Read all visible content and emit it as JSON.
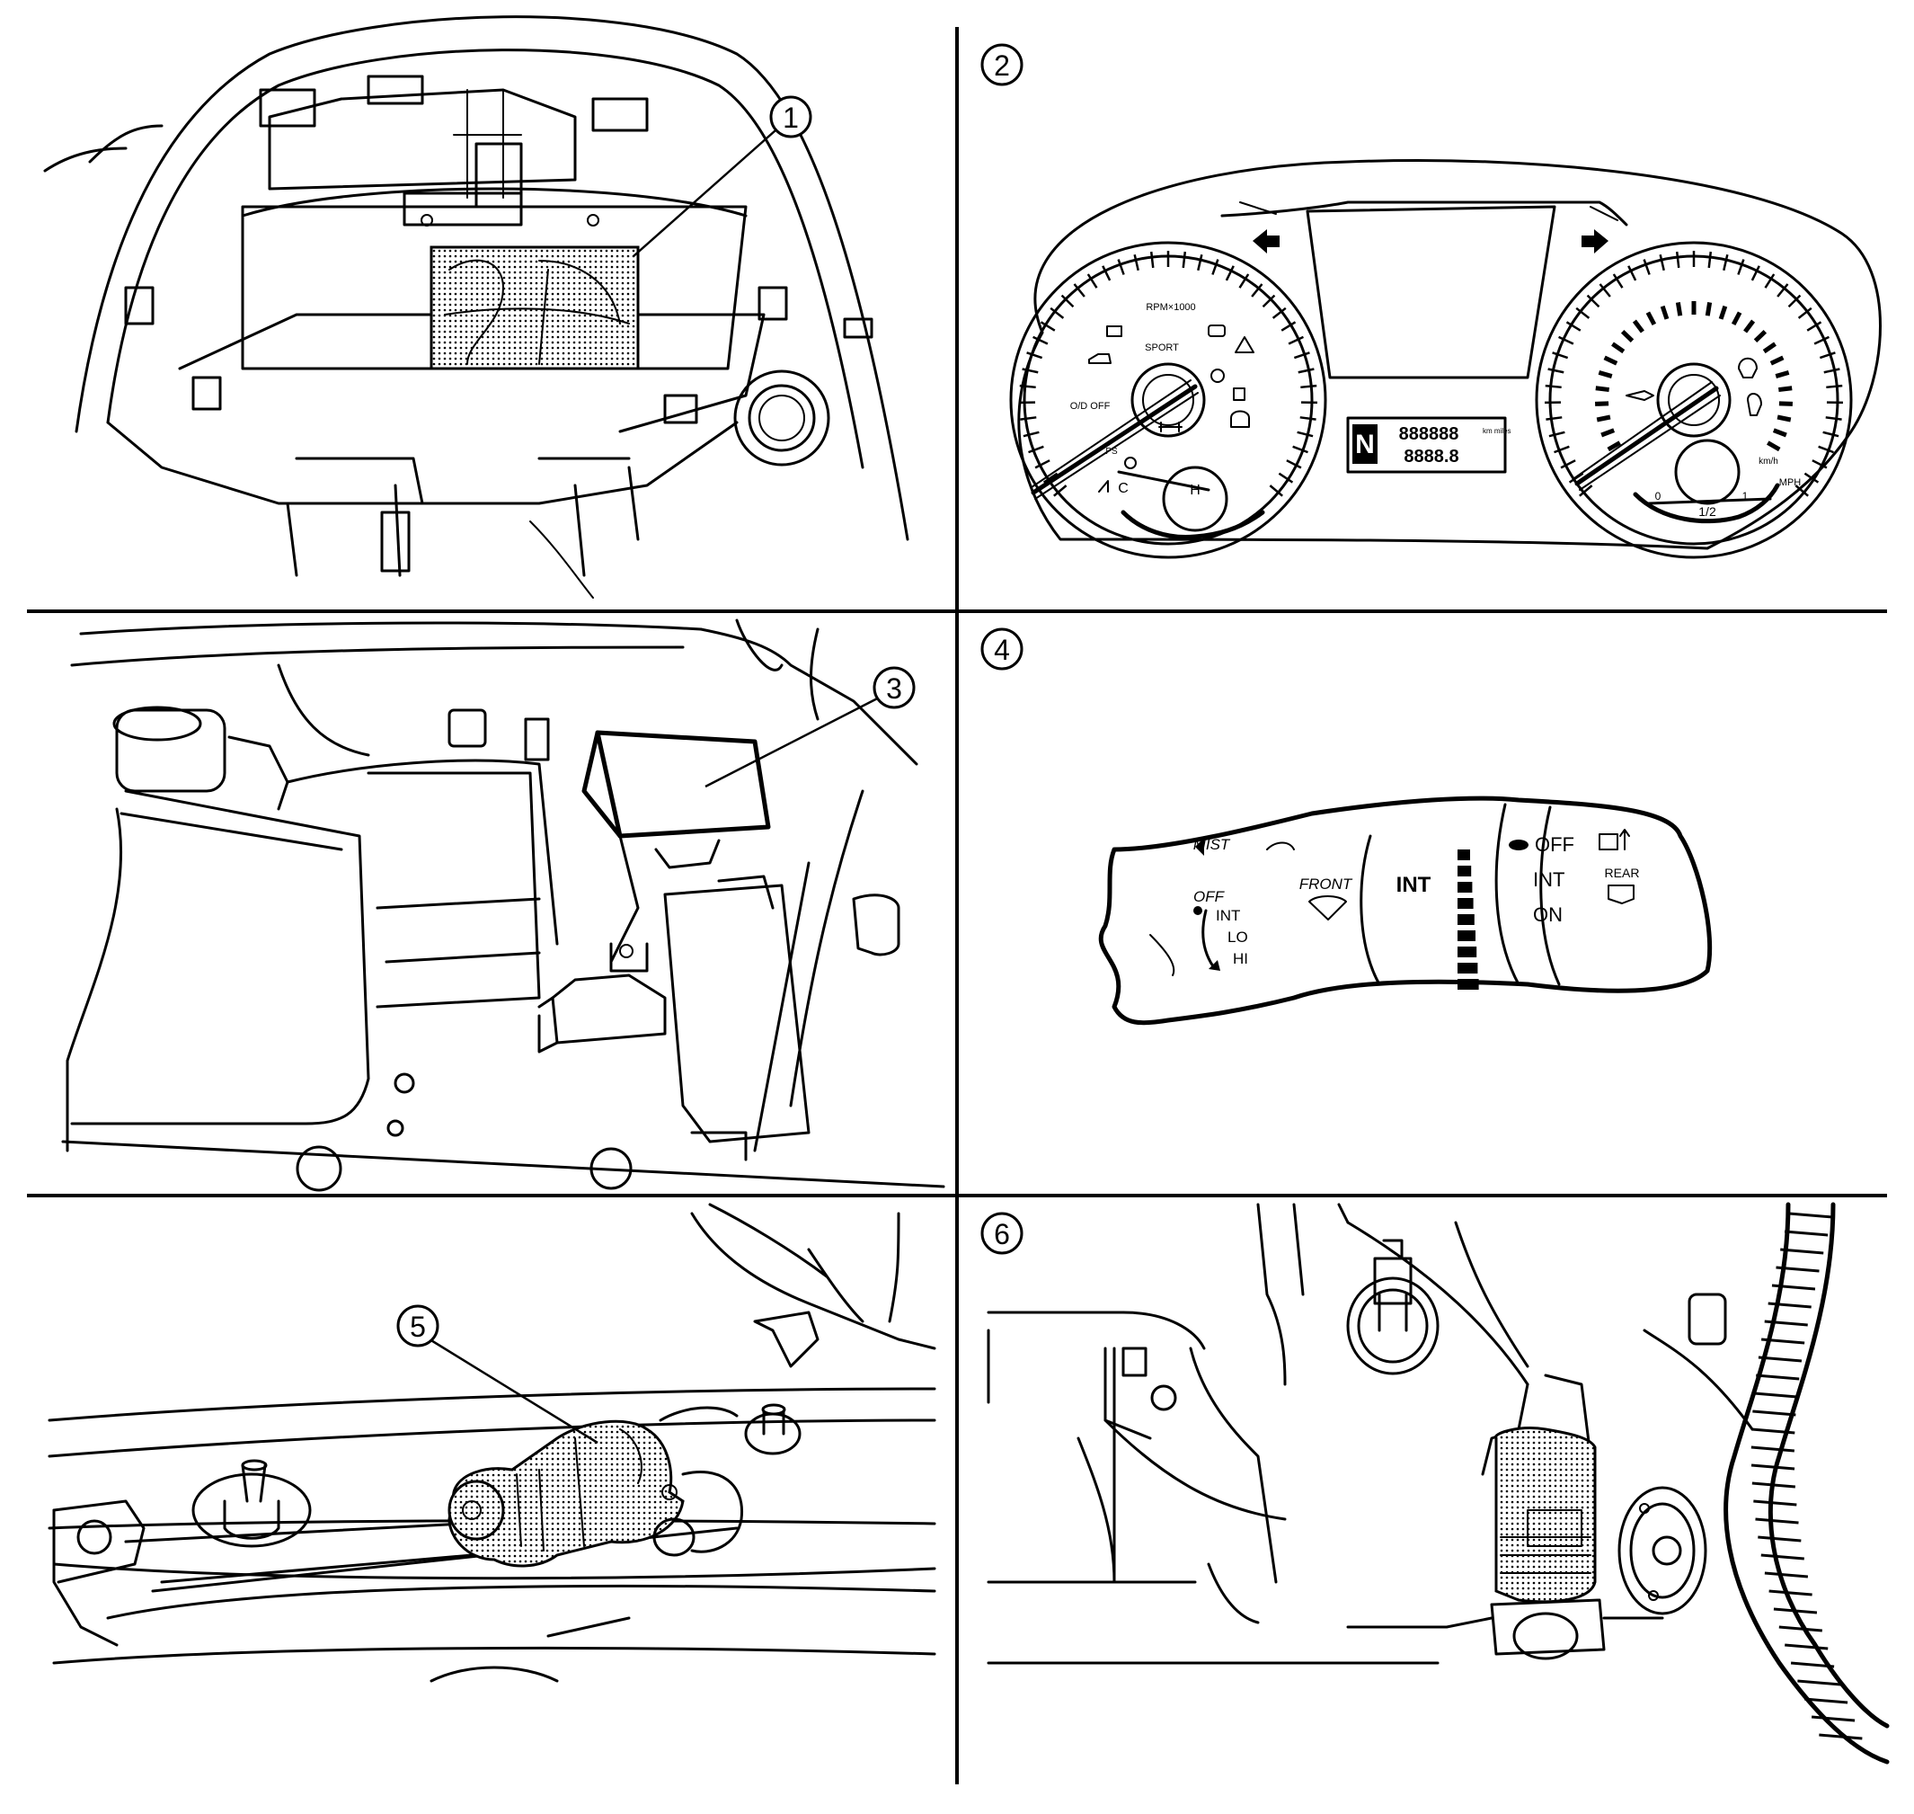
{
  "callouts": [
    "1",
    "2",
    "3",
    "4",
    "5",
    "6"
  ],
  "cluster": {
    "rpm_label": "RPM×1000",
    "sport": "SPORT",
    "od_off": "O/D OFF",
    "ps": "PS",
    "temp_cold": "C",
    "temp_hot": "H",
    "odo_units_top": "km miles",
    "speed_unit_km": "km/h",
    "speed_unit_mph": "MPH",
    "fuel_empty": "0",
    "fuel_half": "1/2",
    "fuel_full": "1",
    "digits_top": "888888",
    "digits_bottom": "8888.8",
    "gear": "N"
  },
  "wiper_switch": {
    "left_positions": [
      "MIST",
      "OFF",
      "INT",
      "LO",
      "HI"
    ],
    "front_label": "FRONT",
    "int_label": "INT",
    "rear_positions": [
      "OFF",
      "INT",
      "ON"
    ],
    "rear_label": "REAR"
  },
  "colors": {
    "line": "#000000",
    "background": "#ffffff"
  }
}
